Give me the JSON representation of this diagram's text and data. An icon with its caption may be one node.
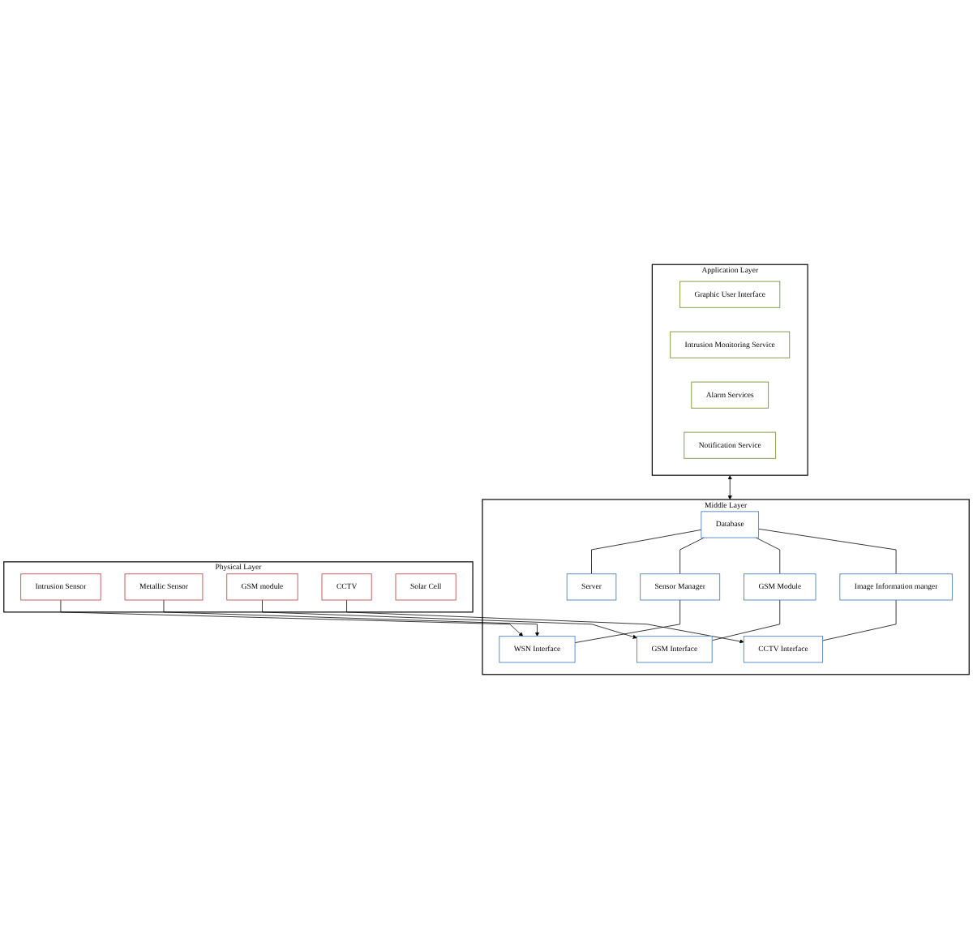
{
  "diagram": {
    "nodes": [
      {
        "text": [
          "Application Layer"
        ]
      },
      {
        "text": [
          "Graphic User Interface"
        ],
        "in": 0
      },
      {
        "text": [
          "Intrusion Monitoring Service"
        ],
        "in": 0
      },
      {
        "text": [
          "Alarm Services"
        ],
        "in": 0
      },
      {
        "text": [
          "Notification Service"
        ],
        "in": 0
      },
      {
        "text": [
          "Middle Layer"
        ]
      },
      {
        "text": [
          "Database"
        ],
        "in": 5
      },
      {
        "text": [
          "Server"
        ],
        "in": 5
      },
      {
        "text": [
          "Sensor Manager"
        ],
        "in": 5
      },
      {
        "text": [
          "GSM Module"
        ],
        "in": 5
      },
      {
        "text": [
          "Image Information manger"
        ],
        "in": 5
      },
      {
        "text": [
          "WSN Interface"
        ],
        "in": 5
      },
      {
        "text": [
          "GSM Interface"
        ],
        "in": 5
      },
      {
        "text": [
          "CCTV Interface"
        ],
        "in": 5
      },
      {
        "text": [
          "Physical Layer"
        ]
      },
      {
        "text": [
          "Intrusion Sensor"
        ],
        "in": 14
      },
      {
        "text": [
          "Metallic Sensor"
        ],
        "in": 14
      },
      {
        "text": [
          "GSM module"
        ],
        "in": 14
      },
      {
        "text": [
          "CCTV"
        ],
        "in": 14
      },
      {
        "text": [
          "Solar Cell"
        ],
        "in": 14
      }
    ],
    "edges": [
      {
        "from": 0,
        "to": 5,
        "arrow": "both"
      },
      {
        "from": 6,
        "to": 7,
        "arrow": "none"
      },
      {
        "from": 6,
        "to": 8,
        "arrow": "none"
      },
      {
        "from": 6,
        "to": 9,
        "arrow": "none"
      },
      {
        "from": 6,
        "to": 10,
        "arrow": "none"
      },
      {
        "from": 8,
        "to": 11,
        "arrow": "none"
      },
      {
        "from": 9,
        "to": 12,
        "arrow": "none"
      },
      {
        "from": 10,
        "to": 13,
        "arrow": "none"
      },
      {
        "from": 15,
        "to": 11,
        "arrow": "to"
      },
      {
        "from": 16,
        "to": 11,
        "arrow": "to"
      },
      {
        "from": 17,
        "to": 12,
        "arrow": "to"
      },
      {
        "from": 18,
        "to": 13,
        "arrow": "to"
      }
    ]
  }
}
